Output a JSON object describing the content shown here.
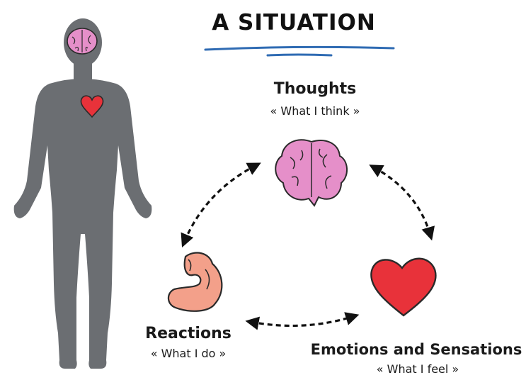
{
  "title": "A SITUATION",
  "nodes": {
    "thoughts": {
      "title": "Thoughts",
      "subtitle": "« What I think »"
    },
    "reactions": {
      "title": "Reactions",
      "subtitle": "« What I do »"
    },
    "emotions": {
      "title": "Emotions and Sensations",
      "subtitle": "« What I feel »"
    }
  },
  "icons": {
    "body": "human-body-silhouette-icon",
    "brain": "brain-icon",
    "heart": "heart-icon",
    "arm": "flexed-arm-icon",
    "arrows": "dashed-bidirectional-arrow-icon"
  },
  "colors": {
    "silhouette": "#6b6e72",
    "brain": "#e58fc9",
    "heart": "#e8323a",
    "arm": "#f3a08a",
    "ink": "#111111",
    "underline": "#2f6bb3"
  }
}
